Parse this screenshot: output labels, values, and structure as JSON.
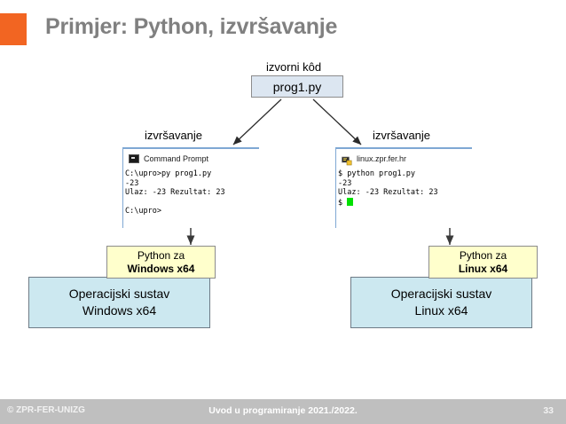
{
  "slide": {
    "title": "Primjer: Python, izvršavanje",
    "accent_color": "#F26522",
    "title_color": "#808080"
  },
  "diagram": {
    "source_label": "izvorni kôd",
    "source_file": "prog1.py",
    "source_box_fill": "#DCE6F1",
    "exec_label_left": "izvršavanje",
    "exec_label_right": "izvršavanje"
  },
  "terminals": [
    {
      "id": "windows",
      "title": "Command Prompt",
      "icon": "command-prompt-icon",
      "lines": [
        "C:\\upro>py prog1.py",
        "-23",
        "Ulaz: -23 Rezultat: 23",
        "",
        "C:\\upro>"
      ],
      "cursor": false
    },
    {
      "id": "linux",
      "title": "linux.zpr.fer.hr",
      "icon": "putty-terminal-icon",
      "lines": [
        "$ python prog1.py",
        "-23",
        "Ulaz: -23 Rezultat: 23",
        "$ "
      ],
      "cursor": true,
      "cursor_color": "#00E000"
    }
  ],
  "python_boxes": [
    {
      "line1": "Python za",
      "line2": "Windows x64",
      "fill": "#FFFFCC"
    },
    {
      "line1": "Python za",
      "line2": "Linux x64",
      "fill": "#FFFFCC"
    }
  ],
  "os_boxes": [
    {
      "line1": "Operacijski sustav",
      "line2": "Windows x64",
      "fill": "#CCE8F0"
    },
    {
      "line1": "Operacijski sustav",
      "line2": "Linux x64",
      "fill": "#CCE8F0"
    }
  ],
  "footer": {
    "left": "© ZPR-FER-UNIZG",
    "center": "Uvod u programiranje 2021./2022.",
    "page": "33",
    "bar_color": "#BFBFBF"
  }
}
